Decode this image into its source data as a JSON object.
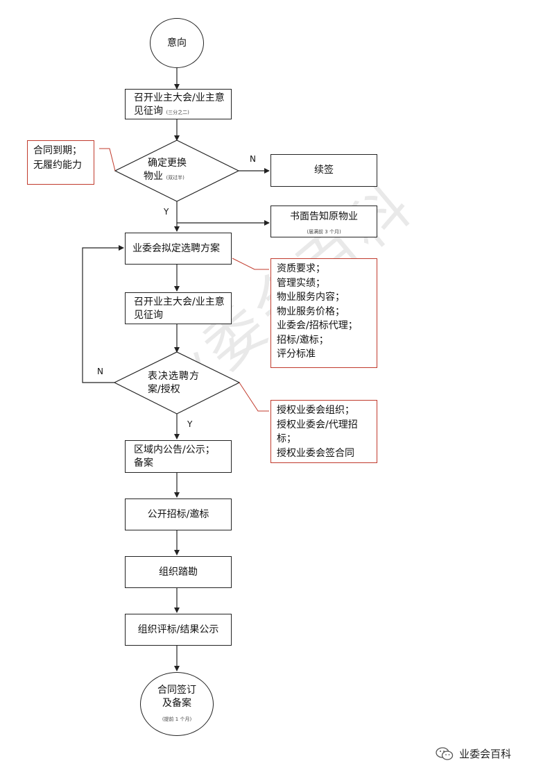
{
  "watermark": "业委会百科",
  "nodes": {
    "start": "意向",
    "convene1_line1": "召开业主大会/业主意",
    "convene1_line2": "见征询",
    "convene1_note": "(三分之二)",
    "decide_line1": "确定更换",
    "decide_line2": "物业",
    "decide_note": "(双过半)",
    "renew": "续签",
    "notify": "书面告知原物业",
    "notify_note": "(届满前 3 个月)",
    "draft": "业委会拟定选聘方案",
    "convene2_line1": "召开业主大会/业主意",
    "convene2_line2": "见征询",
    "vote_line1": "表决选聘方",
    "vote_line2": "案/授权",
    "announce_line1": "区域内公告/公示；",
    "announce_line2": "备案",
    "tender": "公开招标/邀标",
    "survey": "组织踏勘",
    "evaluate": "组织评标/结果公示",
    "end_line1": "合同签订",
    "end_line2": "及备案",
    "end_note": "(提前 1 个月)"
  },
  "labels": {
    "n1": "N",
    "y1": "Y",
    "n2": "N",
    "y2": "Y"
  },
  "notes": {
    "reason": [
      "合同到期；",
      "无履约能力"
    ],
    "plan": [
      "资质要求；",
      "管理实绩；",
      "物业服务内容；",
      "物业服务价格；",
      "业委会/招标代理；",
      "招标/邀标；",
      "评分标准"
    ],
    "auth": [
      "授权业委会组织；",
      "授权业委会/代理招",
      "标；",
      "授权业委会签合同"
    ]
  },
  "footer": {
    "account": "业委会百科",
    "icon": "wechat-icon"
  },
  "colors": {
    "note_border": "#c0392b",
    "line": "#222222"
  }
}
